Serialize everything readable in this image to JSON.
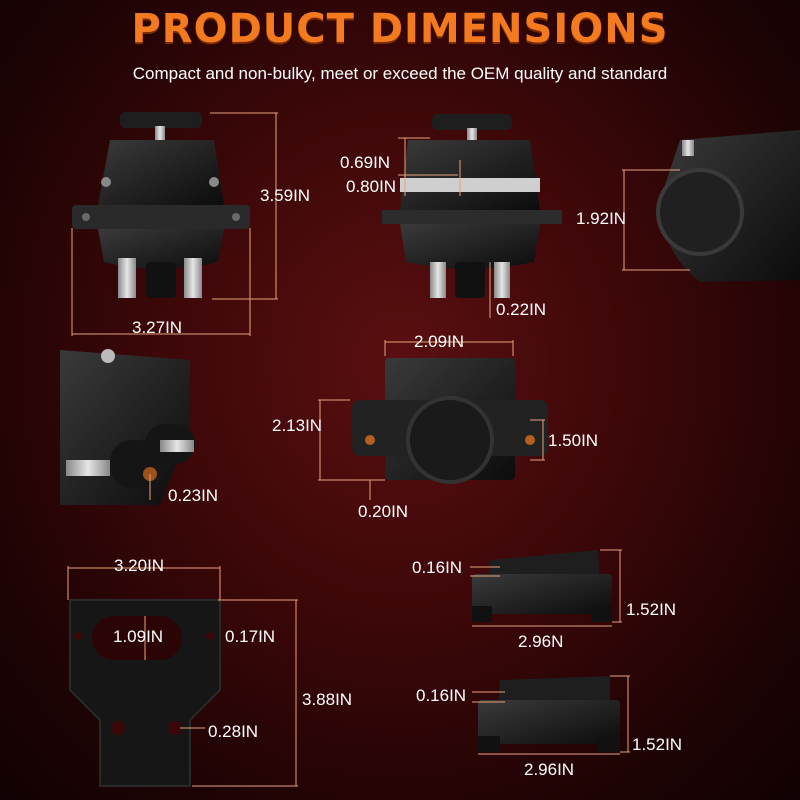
{
  "header": {
    "title": "PRODUCT DIMENSIONS",
    "subtitle": "Compact and non-bulky, meet or exceed the OEM quality and standard"
  },
  "colors": {
    "accent": "#f47a1f",
    "dimension_line": "#e8a27a",
    "product": "#1a1a1a"
  },
  "dimensions": {
    "top_left_height": "3.59IN",
    "top_left_width": "3.27IN",
    "top_mid_a": "0.69IN",
    "top_mid_b": "0.80IN",
    "top_mid_c": "0.22IN",
    "top_right_height": "1.92IN",
    "mid_left_post": "0.23IN",
    "mid_center_width": "2.09IN",
    "mid_center_height": "2.13IN",
    "mid_center_inner": "1.50IN",
    "mid_center_hole": "0.20IN",
    "plate_width": "3.20IN",
    "plate_slot": "1.09IN",
    "plate_hole_top": "0.17IN",
    "plate_height": "3.88IN",
    "plate_hole_bottom": "0.28IN",
    "base_a_lip": "0.16IN",
    "base_a_height": "1.52IN",
    "base_a_width": "2.96N",
    "base_b_lip": "0.16IN",
    "base_b_height": "1.52IN",
    "base_b_width": "2.96IN"
  }
}
